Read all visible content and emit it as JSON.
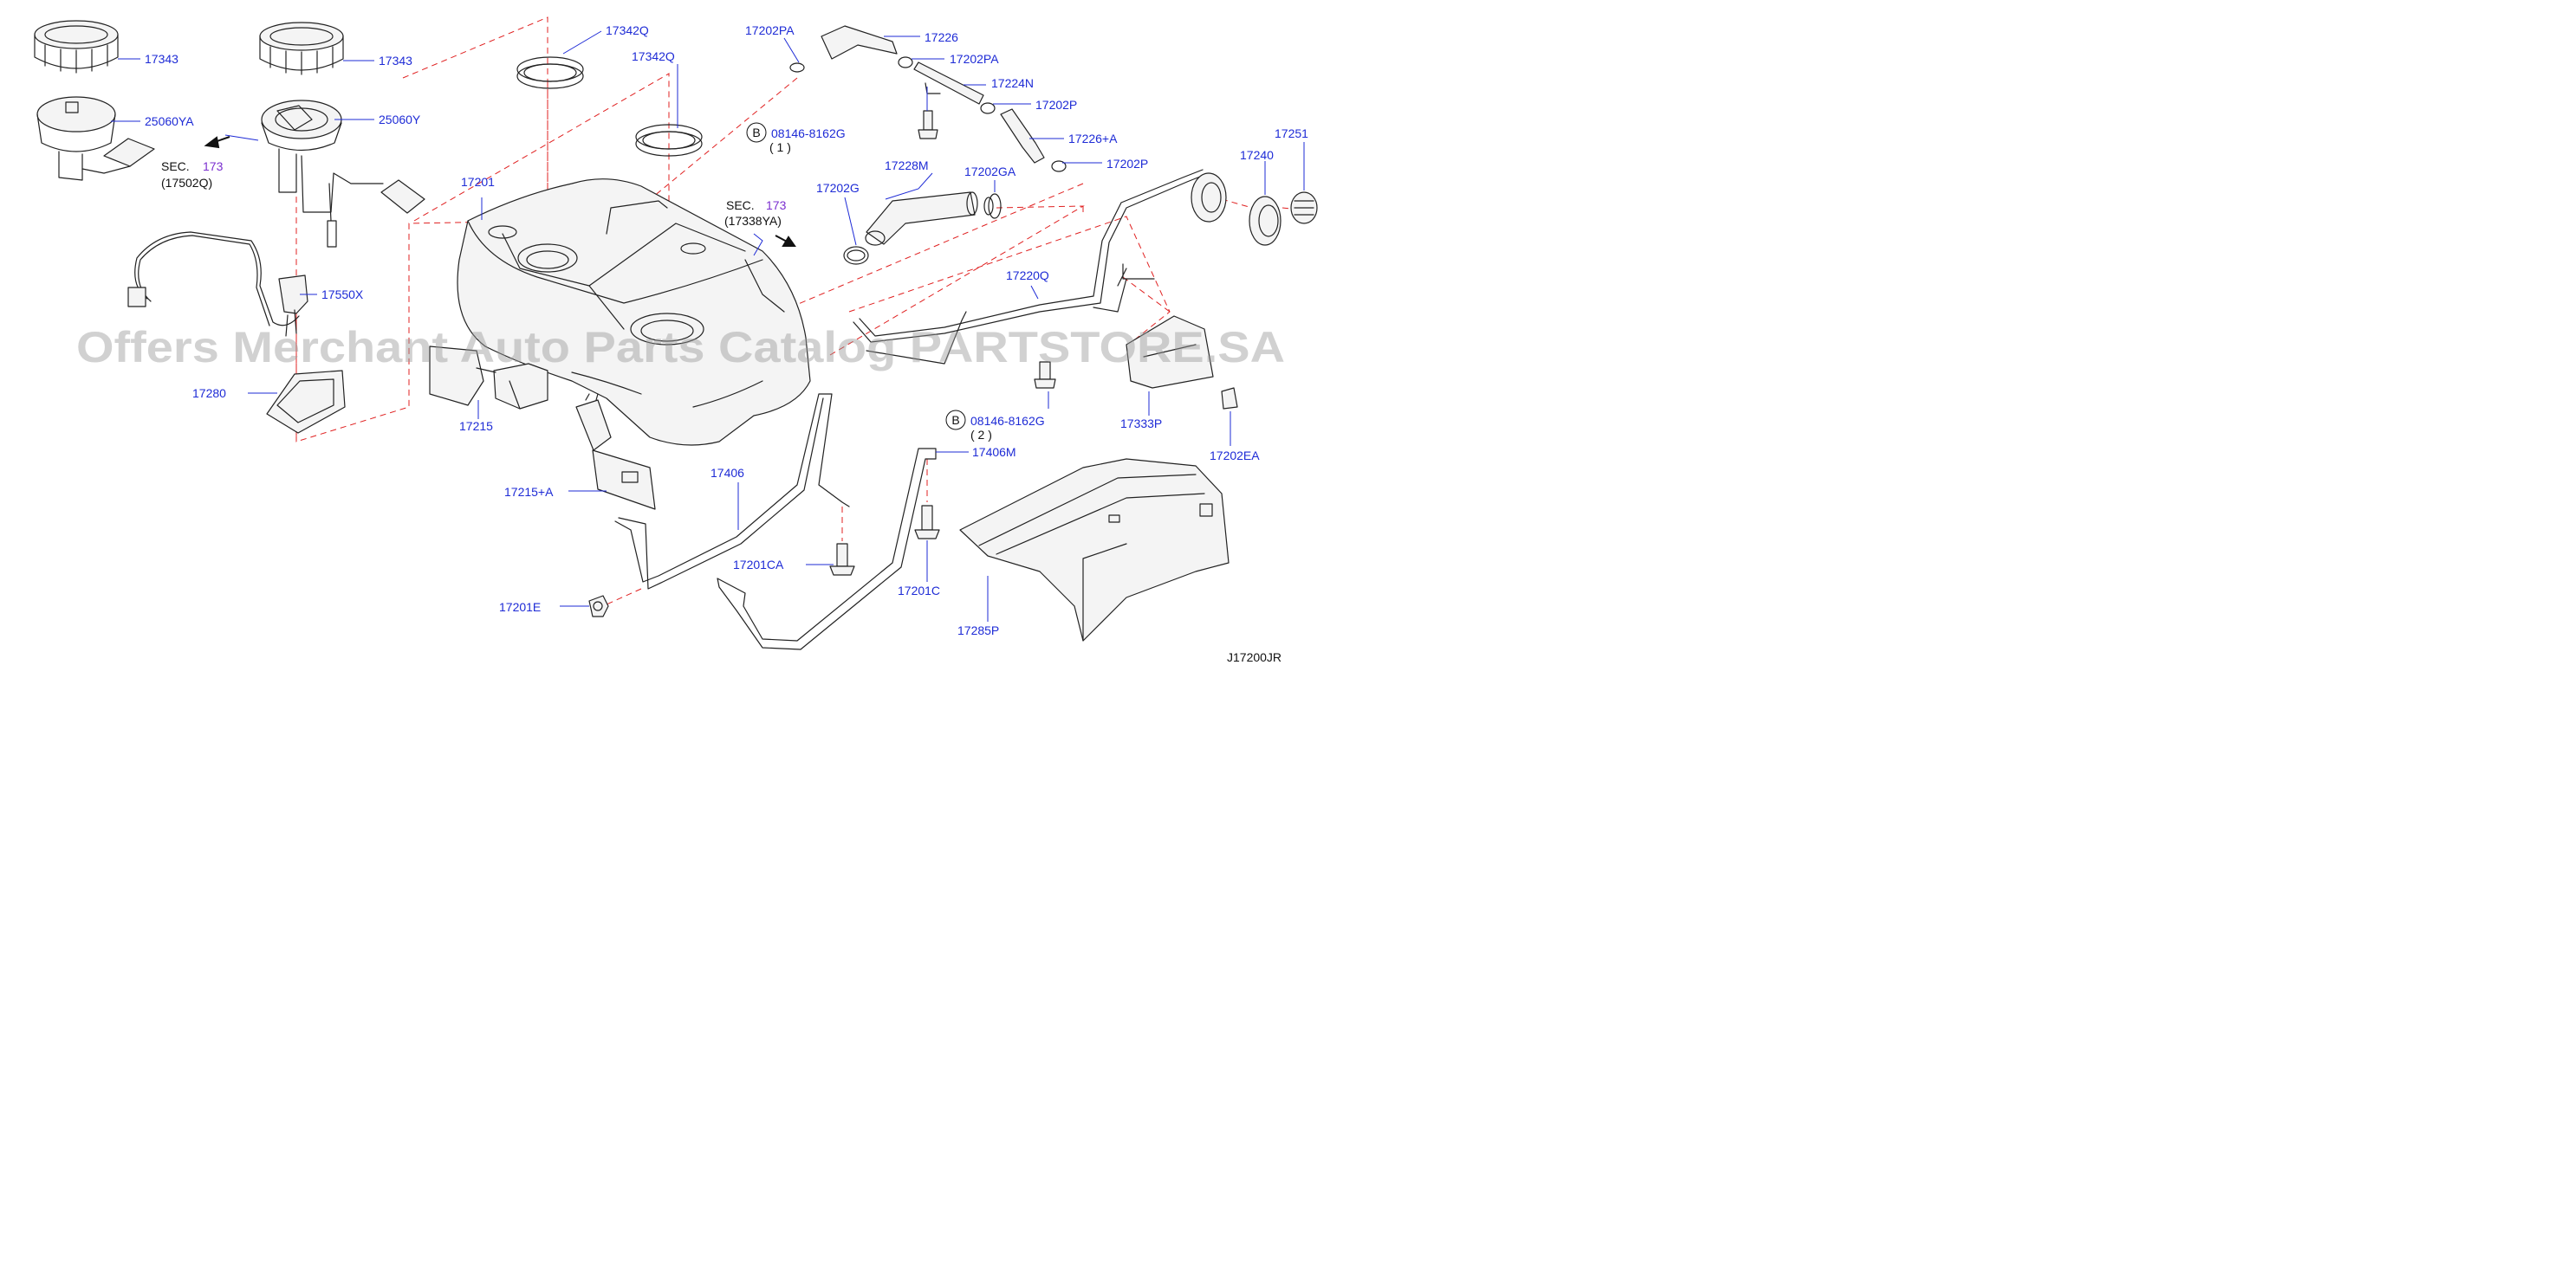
{
  "labels": {
    "p17343_a": "17343",
    "p17343_b": "17343",
    "p25060ya": "25060YA",
    "p25060y": "25060Y",
    "p17342q_a": "17342Q",
    "p17342q_b": "17342Q",
    "p17202pa_a": "17202PA",
    "p17226": "17226",
    "p17202pa_b": "17202PA",
    "p17224n": "17224N",
    "p17202p_a": "17202P",
    "p08146_a": "08146-8162G",
    "p08146_a_qty": "( 1 )",
    "p17226a": "17226+A",
    "p17202p_b": "17202P",
    "p17251": "17251",
    "p17240": "17240",
    "p17228m": "17228M",
    "p17202ga": "17202GA",
    "p17202g": "17202G",
    "p17201": "17201",
    "p17220q": "17220Q",
    "p17550x": "17550X",
    "p17280": "17280",
    "p17215": "17215",
    "p17215a": "17215+A",
    "p17406": "17406",
    "p08146_b": "08146-8162G",
    "p08146_b_qty": "( 2 )",
    "p17406m": "17406M",
    "p17333p": "17333P",
    "p17202ea": "17202EA",
    "p17201ca": "17201CA",
    "p17201c": "17201C",
    "p17201e": "17201E",
    "p17285p": "17285P"
  },
  "bolt_marker": "B",
  "sec_refs": {
    "left": {
      "prefix": "SEC.",
      "number": "173",
      "sub": "(17502Q)"
    },
    "right": {
      "prefix": "SEC.",
      "number": "173",
      "sub": "(17338YA)"
    }
  },
  "diagram_code": "J17200JR",
  "watermark": "Offers Merchant Auto Parts Catalog PARTSTORE.SA",
  "colors": {
    "part_number_text": "#1e2bd6",
    "section_number_text": "#7b2fd0",
    "reference_dash_line": "#e02020",
    "line_art": "#222222",
    "watermark": "#9a9a9a"
  }
}
